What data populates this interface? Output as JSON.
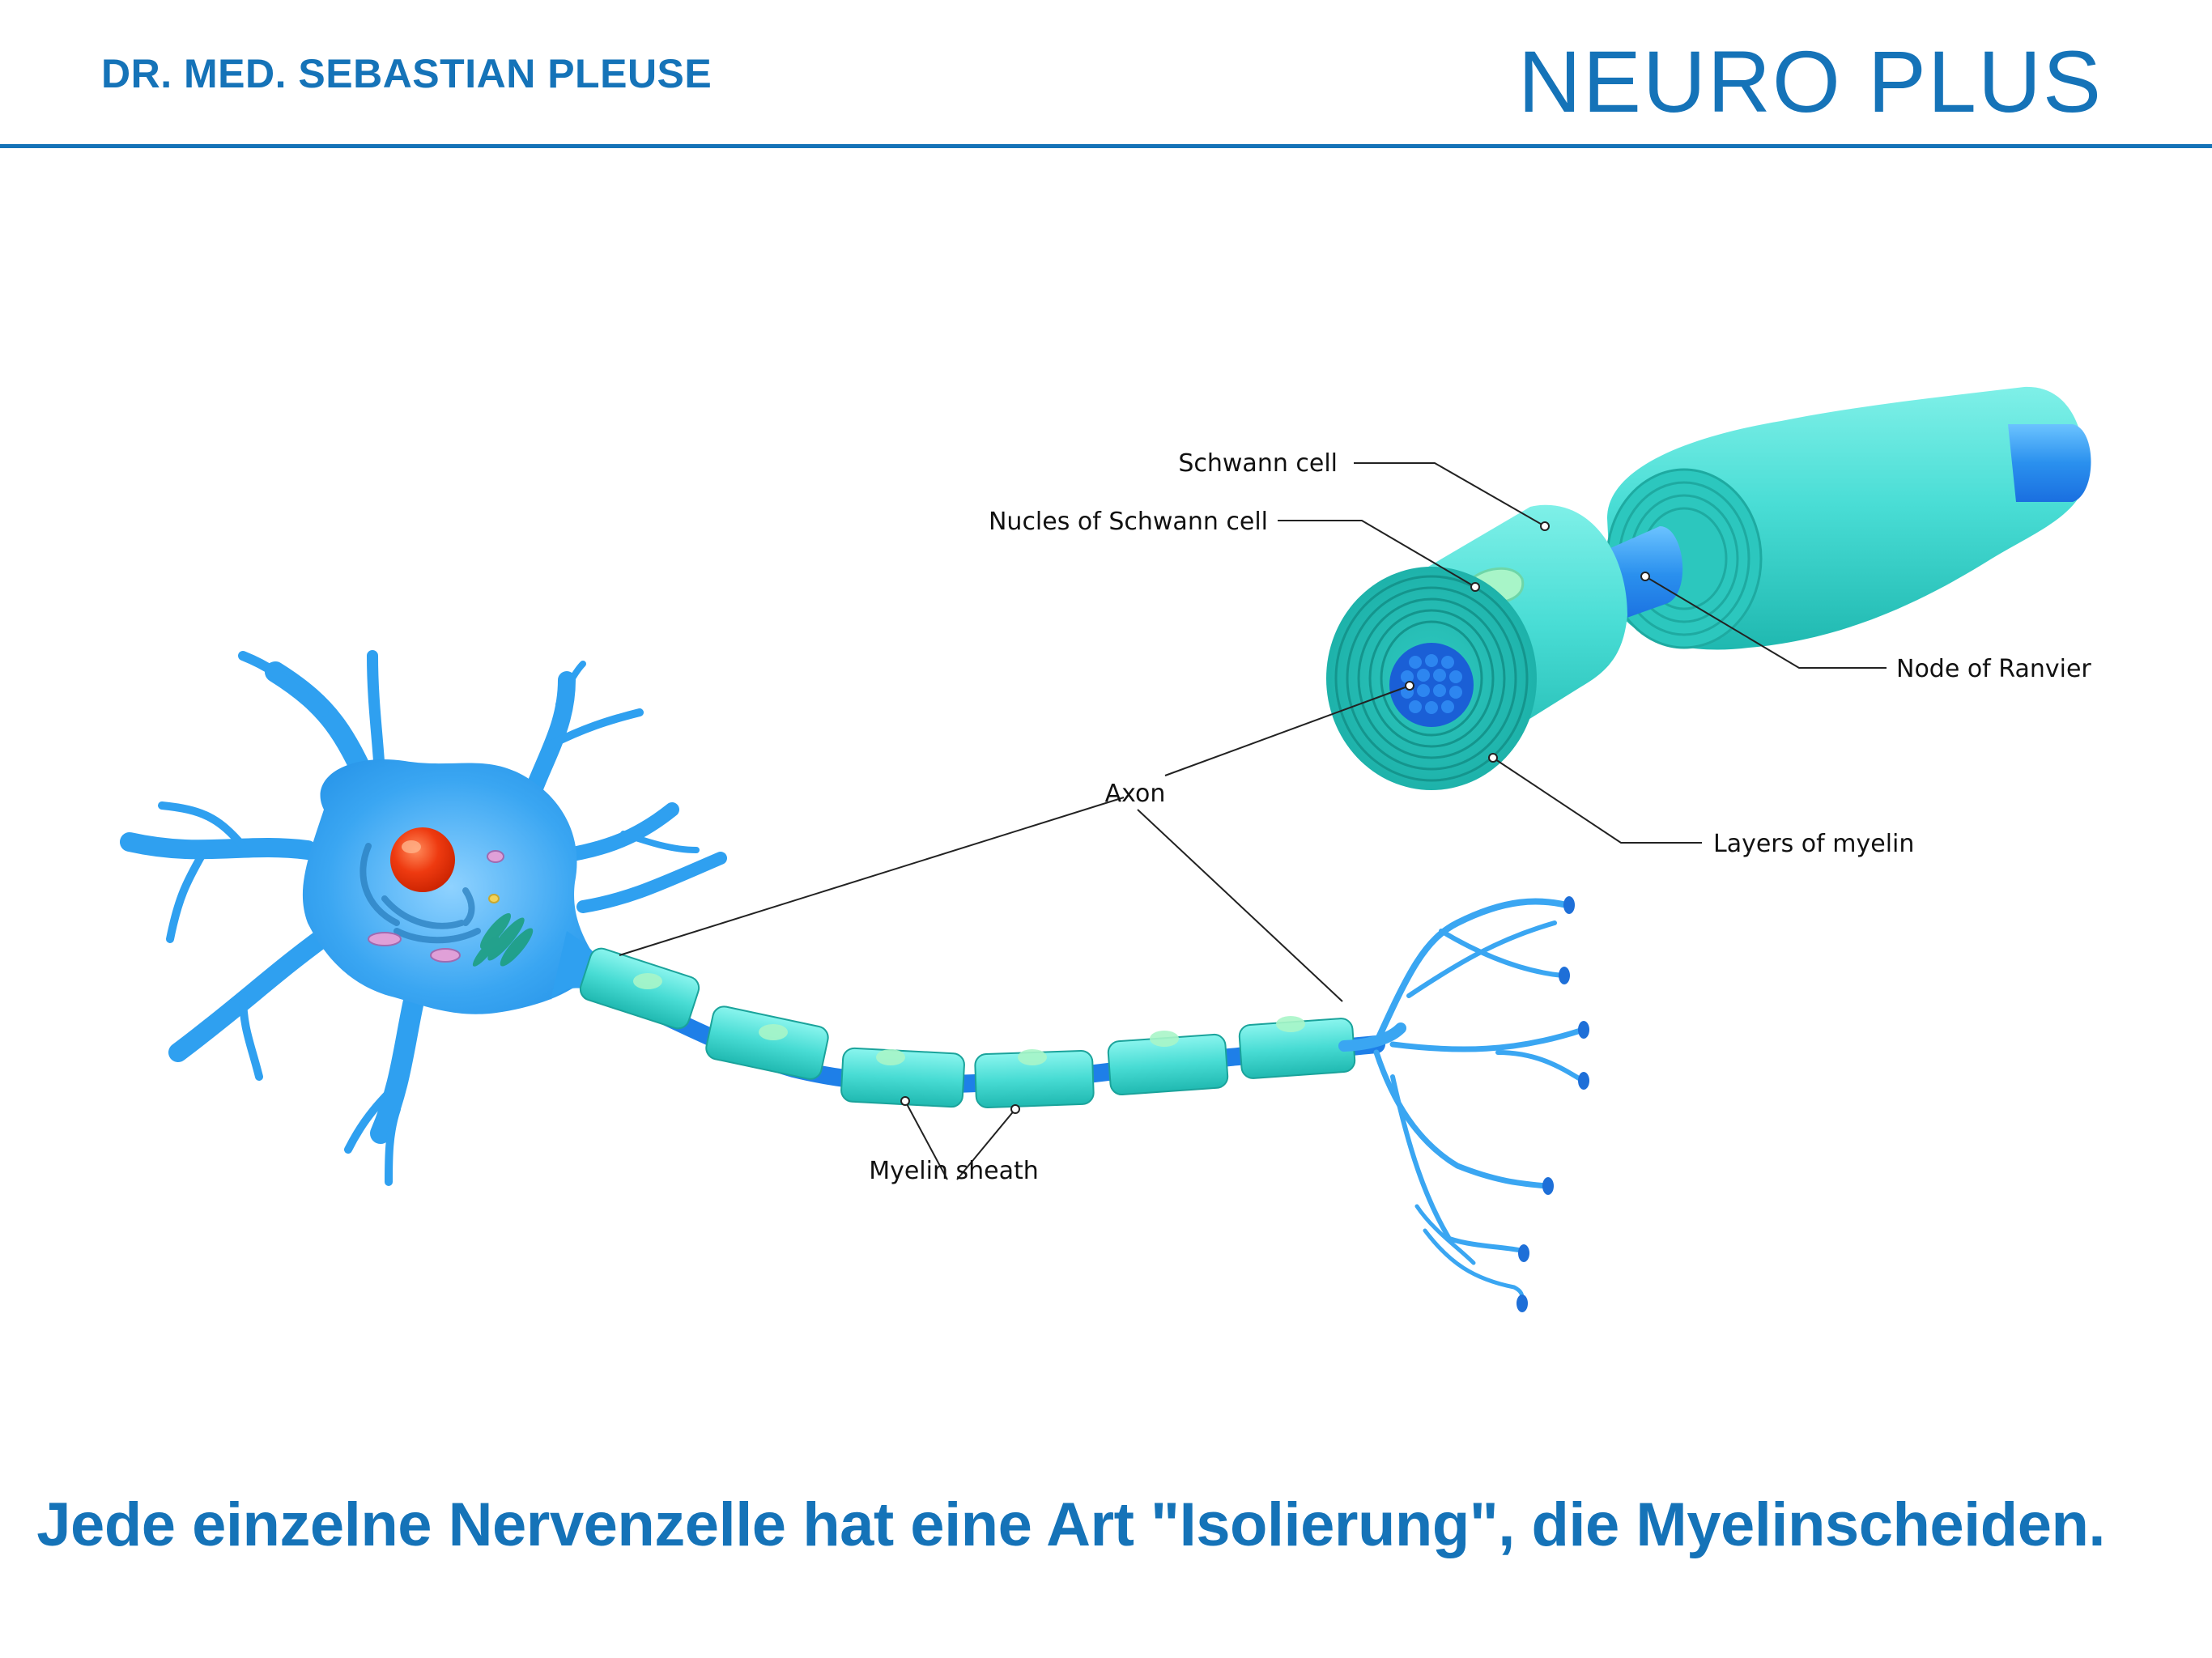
{
  "header": {
    "author": "DR. MED. SEBASTIAN PLEUSE",
    "brand": "NEURO PLUS"
  },
  "diagram": {
    "labels": {
      "schwann_cell": "Schwann cell",
      "nucleus_schwann": "Nucles of Schwann cell",
      "node_of_ranvier": "Node of Ranvier",
      "axon": "Axon",
      "layers_of_myelin": "Layers of myelin",
      "myelin_sheath": "Myelin sheath"
    },
    "colors": {
      "neuron_body": "#2fa0f0",
      "nucleus": "#e8300c",
      "myelin": "#4fe0d8",
      "myelin_dark": "#1fbfb6",
      "axon_core": "#1a6fe0",
      "accent": "#1573b8"
    }
  },
  "caption": "Jede einzelne Nervenzelle hat eine Art \"Isolierung\", die Myelinscheiden."
}
